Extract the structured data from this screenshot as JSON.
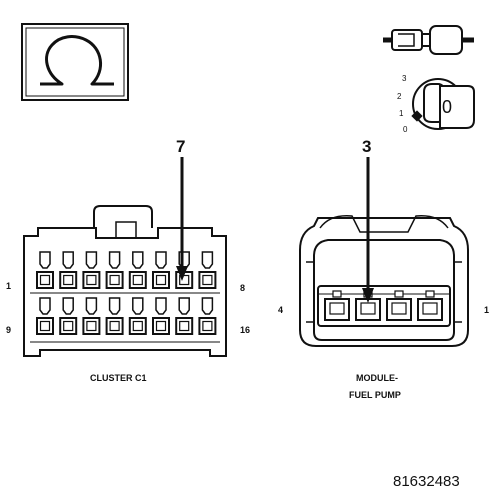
{
  "symbols": {
    "ohmmeter": "ohm-symbol-icon",
    "ignition": "ignition-key-icon",
    "key_positions": [
      "3",
      "2",
      "1",
      "0"
    ],
    "key_face_label": "0"
  },
  "connectors": {
    "cluster": {
      "title": "CLUSTER C1",
      "probe_pin": "7",
      "row1_start": "1",
      "row1_end": "8",
      "row2_start": "9",
      "row2_end": "16"
    },
    "fuel_pump": {
      "title_line1": "MODULE-",
      "title_line2": "FUEL PUMP",
      "probe_pin": "3",
      "left_pin": "4",
      "right_pin": "1"
    }
  },
  "figure_number": "81632483",
  "colors": {
    "line": "#111111",
    "background": "#ffffff"
  }
}
